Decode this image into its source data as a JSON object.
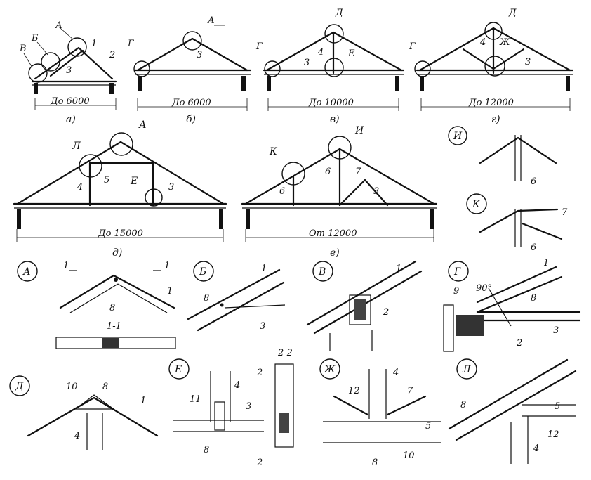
{
  "truss_variants": [
    {
      "caption": "а)",
      "span": "До 6000"
    },
    {
      "caption": "б)",
      "span": "До 6000"
    },
    {
      "caption": "в)",
      "span": "До 10000"
    },
    {
      "caption": "г)",
      "span": "До 12000"
    },
    {
      "caption": "д)",
      "span": "До 15000"
    },
    {
      "caption": "е)",
      "span": "От 12000"
    }
  ],
  "node_letters": [
    "А",
    "Б",
    "В",
    "Г",
    "Д",
    "Е",
    "Ж",
    "И",
    "К",
    "Л"
  ],
  "part_numbers": [
    "1",
    "2",
    "3",
    "4",
    "5",
    "6",
    "7",
    "8",
    "9",
    "10",
    "11",
    "12"
  ],
  "section_labels": {
    "s11": "1-1",
    "s22": "2-2",
    "cut1": "1",
    "cut2": "2"
  },
  "angle_label": "90°"
}
